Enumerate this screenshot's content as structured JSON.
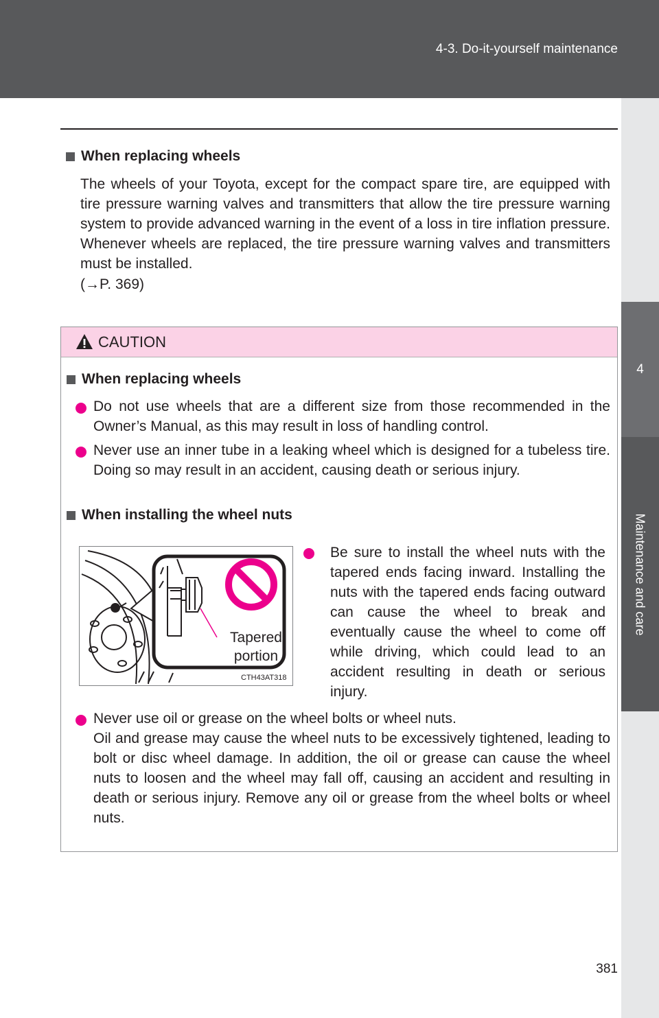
{
  "header": {
    "section": "4-3. Do-it-yourself maintenance"
  },
  "side_tab": {
    "number": "4",
    "label": "Maintenance and care"
  },
  "intro": {
    "heading": "When replacing wheels",
    "body": "The wheels of your Toyota, except for the compact spare tire, are equipped with tire pressure warning valves and transmitters that allow the tire pressure warning system to provide advanced warning in the event of a loss in tire inflation pressure. Whenever wheels are replaced, the tire pressure warning valves and transmitters must be installed.",
    "reference": "(→P. 369)"
  },
  "caution": {
    "title": "CAUTION",
    "section1": {
      "heading": "When replacing wheels",
      "bullets": [
        "Do not use wheels that are a different size from those recommended in the Owner’s Manual, as this may result in loss of handling control.",
        "Never use an inner tube in a leaking wheel which is designed for a tubeless tire. Doing so may result in an accident, causing death or serious injury."
      ]
    },
    "section2": {
      "heading": "When installing the wheel nuts",
      "figure": {
        "label_line1": "Tapered",
        "label_line2": "portion",
        "code": "CTH43AT318",
        "icon": "prohibition-icon"
      },
      "bullet_fig": "Be sure to install the wheel nuts with the tapered ends facing inward. Installing the nuts with the tapered ends facing outward can cause the wheel to break and eventually cause the wheel to come off while driving, which could lead to an accident resulting in death or serious injury.",
      "bullet_last_line1": "Never use oil or grease on the wheel bolts or wheel nuts.",
      "bullet_last_body": "Oil and grease may cause the wheel nuts to be excessively tightened, leading to bolt or disc wheel damage. In addition, the oil or grease can cause the wheel nuts to loosen and the wheel may fall off, causing an accident and resulting in death or serious injury. Remove any oil or grease from the wheel bolts or wheel nuts."
    }
  },
  "footer": {
    "page_number": "381"
  },
  "colors": {
    "header_band": "#58595b",
    "caution_header": "#fbd2e6",
    "bullet": "#ec008c",
    "prohibition": "#ec008c"
  }
}
